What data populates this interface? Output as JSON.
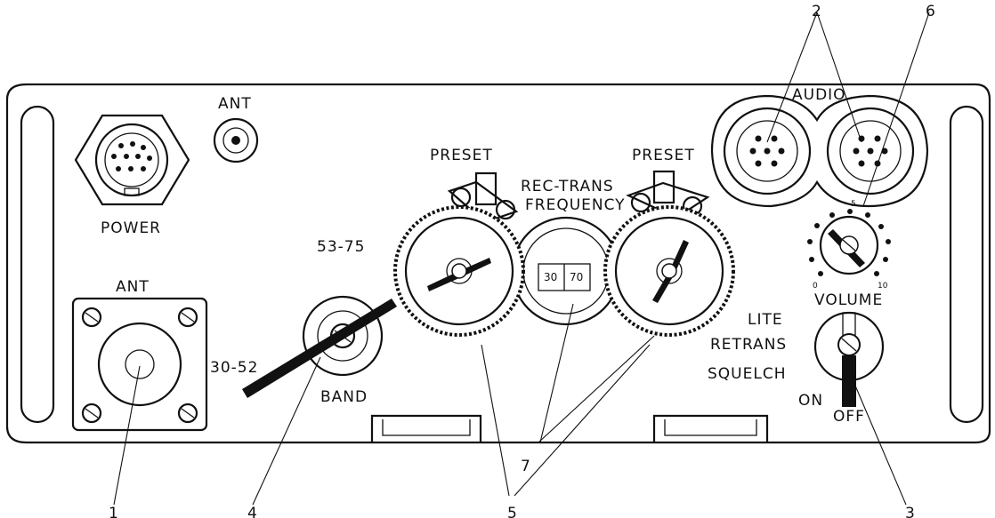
{
  "labels": {
    "ant_top": "ANT",
    "power": "POWER",
    "ant_bottom": "ANT",
    "audio": "AUDIO",
    "preset_left": "PRESET",
    "preset_right": "PRESET",
    "rec_trans": "REC-TRANS",
    "frequency": "FREQUENCY",
    "band_high": "53-75",
    "band_low": "30-52",
    "band": "BAND",
    "volume": "VOLUME",
    "vol_min": "0",
    "vol_mid": "5",
    "vol_max": "10",
    "lite": "LITE",
    "retrans": "RETRANS",
    "squelch": "SQUELCH",
    "on": "ON",
    "off": "OFF",
    "freq_window_left": "30",
    "freq_window_right": "70"
  },
  "callouts": {
    "c1": "1",
    "c2": "2",
    "c3": "3",
    "c4": "4",
    "c5": "5",
    "c6": "6",
    "c7": "7"
  }
}
